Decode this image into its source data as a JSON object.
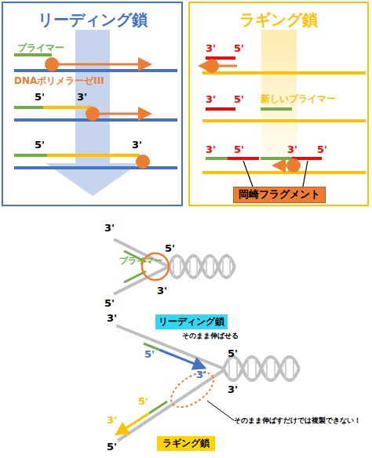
{
  "diagram": {
    "nodes": [
      {
        "text": [
          "リーディング鎖"
        ]
      },
      {
        "text": [
          "ラギング鎖"
        ]
      },
      {
        "text": [
          "岡崎フラグメント"
        ],
        "in": 1
      },
      {
        "text": [
          "リーディング鎖"
        ]
      },
      {
        "text": [
          "ラギング鎖"
        ]
      }
    ],
    "labels": [
      "プライマー",
      "DNAポリメラーゼIII",
      "5'",
      "3'",
      "5'",
      "3'",
      "3'",
      "5'",
      "3'",
      "5'",
      "新しいプライマー",
      "3'",
      "5'",
      "3'",
      "5'",
      "3'",
      "プライマー",
      "5'",
      "3'",
      "5'",
      "3'",
      "そのまま伸ばせる",
      "5'",
      "3'",
      "5'",
      "3'",
      "5'",
      "3'",
      "そのまま伸ばすだけでは複製できない！",
      "5'"
    ]
  }
}
